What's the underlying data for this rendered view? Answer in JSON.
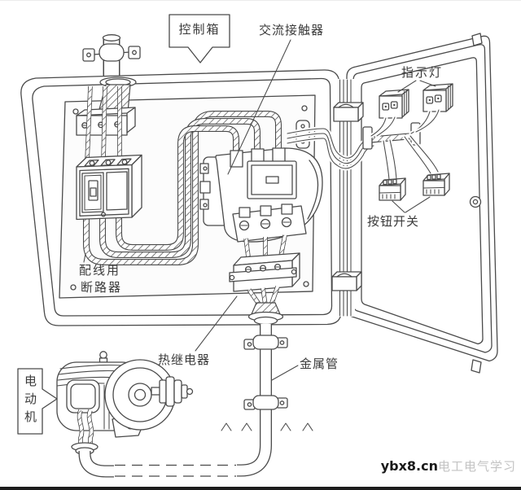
{
  "diagram": {
    "labels": {
      "control_box": "控制箱",
      "ac_contactor": "交流接触器",
      "indicator_light": "指示灯",
      "push_button_switch": "按钮开关",
      "wiring_breaker_line1": "配线用",
      "wiring_breaker_line2": "断路器",
      "thermal_relay": "热继电器",
      "metal_conduit": "金属管",
      "motor": "电动机"
    },
    "watermark": {
      "site": "ybx8.cn",
      "suffix": "电工电气学习"
    },
    "colors": {
      "line": "#4a4a4a",
      "background": "#ffffff",
      "label_text": "#3a3a3a",
      "watermark_site": "#1a1a1a",
      "watermark_suffix": "#c3c3c3",
      "bottom_border": "#1c1c1c"
    }
  }
}
